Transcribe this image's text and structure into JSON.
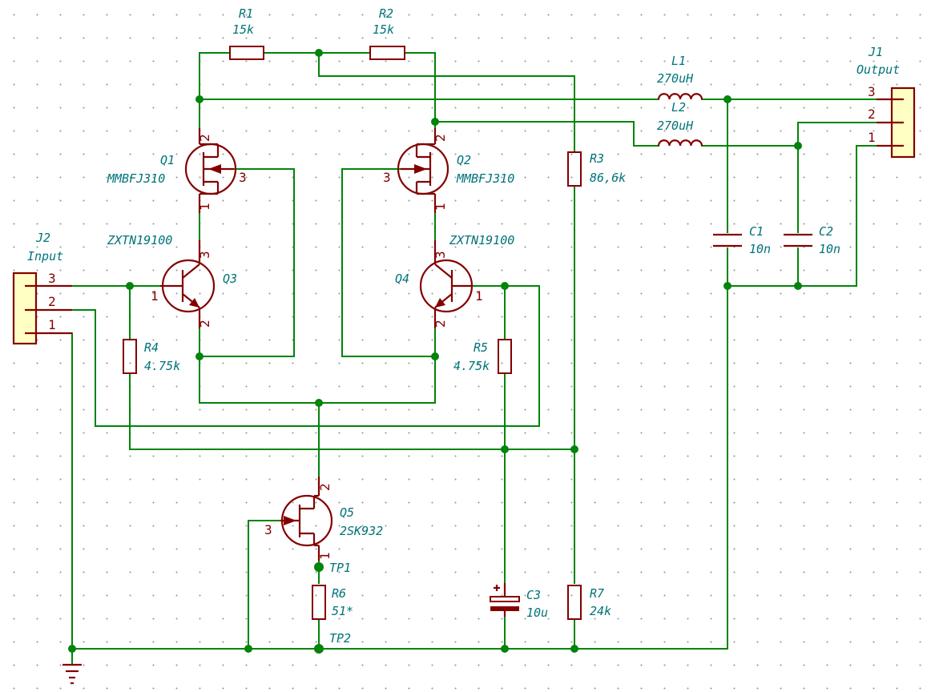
{
  "components": {
    "R1": {
      "ref": "R1",
      "value": "15k"
    },
    "R2": {
      "ref": "R2",
      "value": "15k"
    },
    "R3": {
      "ref": "R3",
      "value": "86,6k"
    },
    "R4": {
      "ref": "R4",
      "value": "4.75k"
    },
    "R5": {
      "ref": "R5",
      "value": "4.75k"
    },
    "R6": {
      "ref": "R6",
      "value": "51*"
    },
    "R7": {
      "ref": "R7",
      "value": "24k"
    },
    "C1": {
      "ref": "C1",
      "value": "10n"
    },
    "C2": {
      "ref": "C2",
      "value": "10n"
    },
    "C3": {
      "ref": "C3",
      "value": "10u"
    },
    "L1": {
      "ref": "L1",
      "value": "270uH"
    },
    "L2": {
      "ref": "L2",
      "value": "270uH"
    },
    "Q1": {
      "ref": "Q1",
      "value": "MMBFJ310"
    },
    "Q2": {
      "ref": "Q2",
      "value": "MMBFJ310"
    },
    "Q3": {
      "ref": "Q3",
      "value": "ZXTN19100"
    },
    "Q4": {
      "ref": "Q4",
      "value": "ZXTN19100"
    },
    "Q5": {
      "ref": "Q5",
      "value": "2SK932"
    },
    "J1": {
      "ref": "J1",
      "value": "Output"
    },
    "J2": {
      "ref": "J2",
      "value": "Input"
    },
    "TP1": {
      "ref": "TP1"
    },
    "TP2": {
      "ref": "TP2"
    }
  },
  "pins": {
    "one": "1",
    "two": "2",
    "three": "3"
  },
  "colors": {
    "wire": "#00840a",
    "symbol": "#840000",
    "text": "#00747a",
    "connector_fill": "#ffffc4"
  }
}
